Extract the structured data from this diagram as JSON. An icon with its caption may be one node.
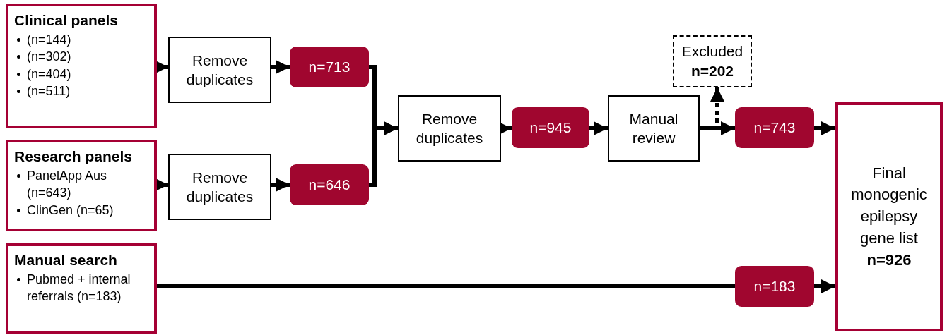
{
  "diagram": {
    "nodes": [
      {
        "text": [
          "Clinical panels",
          "(n=144)",
          "(n=302)",
          "(n=404)",
          "(n=511)"
        ]
      },
      {
        "text": [
          "Research panels",
          "PanelApp Aus (n=643)",
          "ClinGen (n=65)"
        ]
      },
      {
        "text": [
          "Manual search",
          "Pubmed + internal referrals (n=183)"
        ]
      },
      {
        "text": [
          "Remove duplicates"
        ]
      },
      {
        "text": [
          "n=713"
        ]
      },
      {
        "text": [
          "Remove duplicates"
        ]
      },
      {
        "text": [
          "n=646"
        ]
      },
      {
        "text": [
          "Remove duplicates"
        ]
      },
      {
        "text": [
          "n=945"
        ]
      },
      {
        "text": [
          "Manual review"
        ]
      },
      {
        "text": [
          "Excluded",
          "n=202"
        ]
      },
      {
        "text": [
          "n=743"
        ]
      },
      {
        "text": [
          "n=183"
        ]
      },
      {
        "text": [
          "Final monogenic epilepsy gene list",
          "n=926"
        ]
      }
    ],
    "edges": [
      {
        "from": 0,
        "to": 3,
        "arrow": "to"
      },
      {
        "from": 3,
        "to": 4,
        "arrow": "to"
      },
      {
        "from": 1,
        "to": 5,
        "arrow": "to"
      },
      {
        "from": 5,
        "to": 6,
        "arrow": "to"
      },
      {
        "from": 4,
        "to": 7,
        "arrow": "to"
      },
      {
        "from": 6,
        "to": 7,
        "arrow": "to"
      },
      {
        "from": 7,
        "to": 8,
        "arrow": "to"
      },
      {
        "from": 8,
        "to": 9,
        "arrow": "to"
      },
      {
        "from": 9,
        "to": 10,
        "arrow": "to",
        "style": "dashed"
      },
      {
        "from": 9,
        "to": 11,
        "arrow": "to"
      },
      {
        "from": 11,
        "to": 13,
        "arrow": "to"
      },
      {
        "from": 2,
        "to": 12,
        "arrow": "none"
      },
      {
        "from": 12,
        "to": 13,
        "arrow": "to"
      }
    ]
  }
}
